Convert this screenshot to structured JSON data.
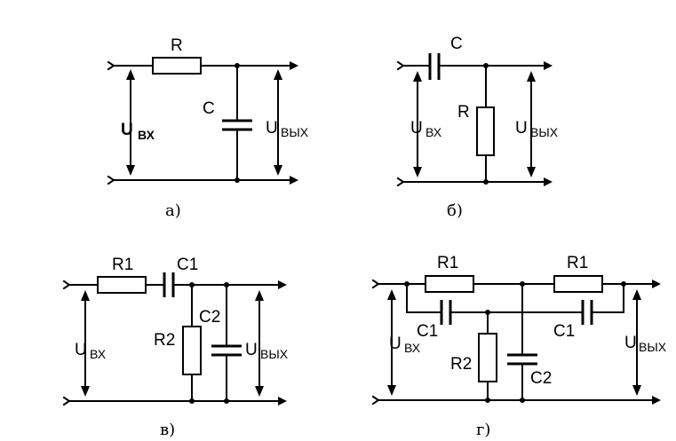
{
  "circuits": {
    "a": {
      "caption": "а)",
      "r_label": "R",
      "c_label": "C",
      "uin_main": "U",
      "uin_sub": "ВХ",
      "uout_main": "U",
      "uout_sub": "ВЫХ"
    },
    "b": {
      "caption": "б)",
      "r_label": "R",
      "c_label": "C",
      "uin_main": "U",
      "uin_sub": "ВХ",
      "uout_main": "U",
      "uout_sub": "ВЫХ"
    },
    "v": {
      "caption": "в)",
      "r1_label": "R1",
      "c1_label": "C1",
      "r2_label": "R2",
      "c2_label": "C2",
      "uin_main": "U",
      "uin_sub": "ВХ",
      "uout_main": "U",
      "uout_sub": "ВЫХ"
    },
    "g": {
      "caption": "г)",
      "r1_left_label": "R1",
      "r1_right_label": "R1",
      "c1_left_label": "C1",
      "c1_right_label": "C1",
      "r2_label": "R2",
      "c2_label": "C2",
      "uin_main": "U",
      "uin_sub": "ВХ",
      "uout_main": "U",
      "uout_sub": "ВЫХ"
    }
  }
}
